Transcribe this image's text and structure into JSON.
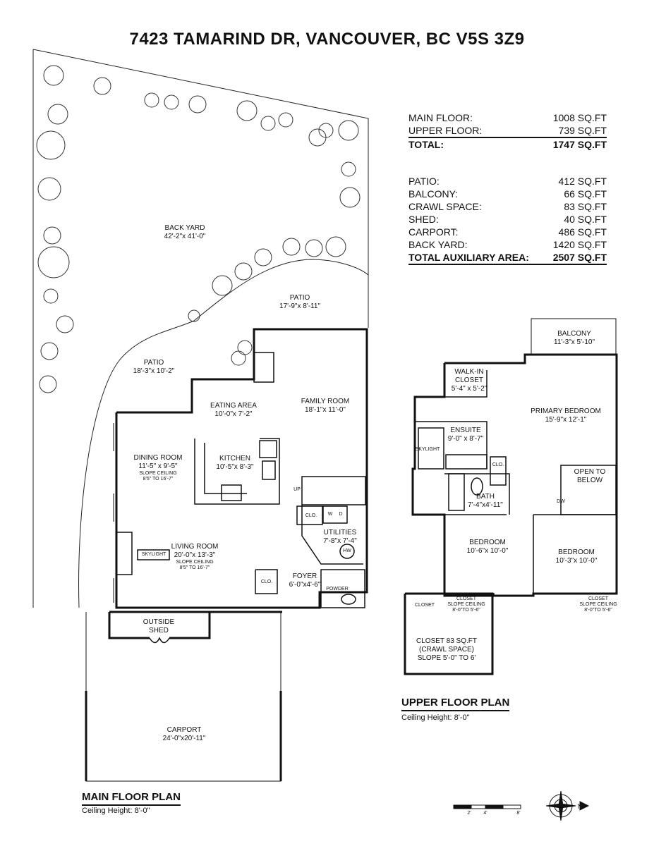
{
  "address": "7423 TAMARIND DR, VANCOUVER, BC V5S 3Z9",
  "floor_areas": [
    {
      "label": "MAIN FLOOR:",
      "value": "1008 SQ.FT"
    },
    {
      "label": "UPPER FLOOR:",
      "value": "739 SQ.FT"
    }
  ],
  "floor_total": {
    "label": "TOTAL:",
    "value": "1747 SQ.FT"
  },
  "aux_areas": [
    {
      "label": "PATIO:",
      "value": "412 SQ.FT"
    },
    {
      "label": "BALCONY:",
      "value": "66 SQ.FT"
    },
    {
      "label": "CRAWL SPACE:",
      "value": "83 SQ.FT"
    },
    {
      "label": "SHED:",
      "value": "40 SQ.FT"
    },
    {
      "label": "CARPORT:",
      "value": "486 SQ.FT"
    },
    {
      "label": "BACK YARD:",
      "value": "1420 SQ.FT"
    }
  ],
  "aux_total": {
    "label": "TOTAL AUXILIARY AREA:",
    "value": "2507 SQ.FT"
  },
  "main_floor": {
    "title": "MAIN FLOOR PLAN",
    "ceiling": "Ceiling Height: 8'-0\"",
    "rooms": {
      "back_yard": {
        "name": "BACK YARD",
        "dim": "42'-2\"x 41'-0\""
      },
      "patio_upper": {
        "name": "PATIO",
        "dim": "17'-9\"x 8'-11\""
      },
      "patio_left": {
        "name": "PATIO",
        "dim": "18'-3\"x 10'-2\""
      },
      "eating_area": {
        "name": "EATING AREA",
        "dim": "10'-0\"x 7'-2\""
      },
      "family_room": {
        "name": "FAMILY ROOM",
        "dim": "18'-1\"x 11'-0\""
      },
      "dining_room": {
        "name": "DINING ROOM",
        "dim": "11'-5\" x 9'-5\"",
        "note1": "SLOPE CEILING",
        "note2": "8'5\" TO 16'-7\""
      },
      "kitchen": {
        "name": "KITCHEN",
        "dim": "10'-5\"x 8'-3\""
      },
      "living_room": {
        "name": "LIVING ROOM",
        "dim": "20'-0\"x 13'-3\"",
        "note1": "SLOPE CEILING",
        "note2": "8'5\" TO 16'-7\""
      },
      "utilities": {
        "name": "UTILITIES",
        "dim": "7'-8\"x 7'-4\""
      },
      "foyer": {
        "name": "FOYER",
        "dim": "6'-0\"x4'-6\""
      },
      "outside_shed": {
        "name1": "OUTSIDE",
        "name2": "SHED"
      },
      "carport": {
        "name": "CARPORT",
        "dim": "24'-0\"x20'-11\""
      }
    },
    "tags": {
      "clo_utility": "CLO.",
      "clo_foyer": "CLO.",
      "powder": "POWDER",
      "up": "UP",
      "skylight": "SKYLIGHT",
      "washer": "W",
      "dryer": "D",
      "hot_water": "HW"
    }
  },
  "upper_floor": {
    "title": "UPPER FLOOR PLAN",
    "ceiling": "Ceiling Height: 8'-0\"",
    "rooms": {
      "balcony": {
        "name": "BALCONY",
        "dim": "11'-3\"x 5'-10\""
      },
      "walk_in_closet": {
        "name1": "WALK-IN",
        "name2": "CLOSET",
        "dim": "5'-4\" x 5'-2\""
      },
      "primary_bedroom": {
        "name": "PRIMARY BEDROOM",
        "dim": "15'-9\"x 12'-1\""
      },
      "ensuite": {
        "name": "ENSUITE",
        "dim": "9'-0\" x 8'-7\""
      },
      "open_to_below": {
        "name1": "OPEN TO",
        "name2": "BELOW"
      },
      "bath": {
        "name": "BATH",
        "dim": "7'-4\"x4'-11\""
      },
      "bedroom_left": {
        "name": "BEDROOM",
        "dim": "10'-6\"x 10'-0\""
      },
      "bedroom_right": {
        "name": "BEDROOM",
        "dim": "10'-3\"x 10'-0\""
      },
      "closet_small": {
        "name": "CLOSET"
      },
      "closet_mid": {
        "name": "CLOSET",
        "note1": "SLOPE CEILING",
        "note2": "8'-0\"TO 5'-6\""
      },
      "closet_right": {
        "name": "CLOSET",
        "note1": "SLOPE CEILING",
        "note2": "8'-0\"TO 5'-6\""
      },
      "crawl_closet": {
        "line1": "CLOSET 83 SQ.FT",
        "line2": "(CRAWL SPACE)",
        "line3": "SLOPE 5'-0\" TO 6'"
      }
    },
    "tags": {
      "clo": "CLO.",
      "skylight": "SKYLIGHT",
      "dw": "DW"
    }
  },
  "scale_bar": {
    "marks": [
      "2'",
      "4'",
      "8'"
    ]
  },
  "compass": {
    "north": "N"
  }
}
